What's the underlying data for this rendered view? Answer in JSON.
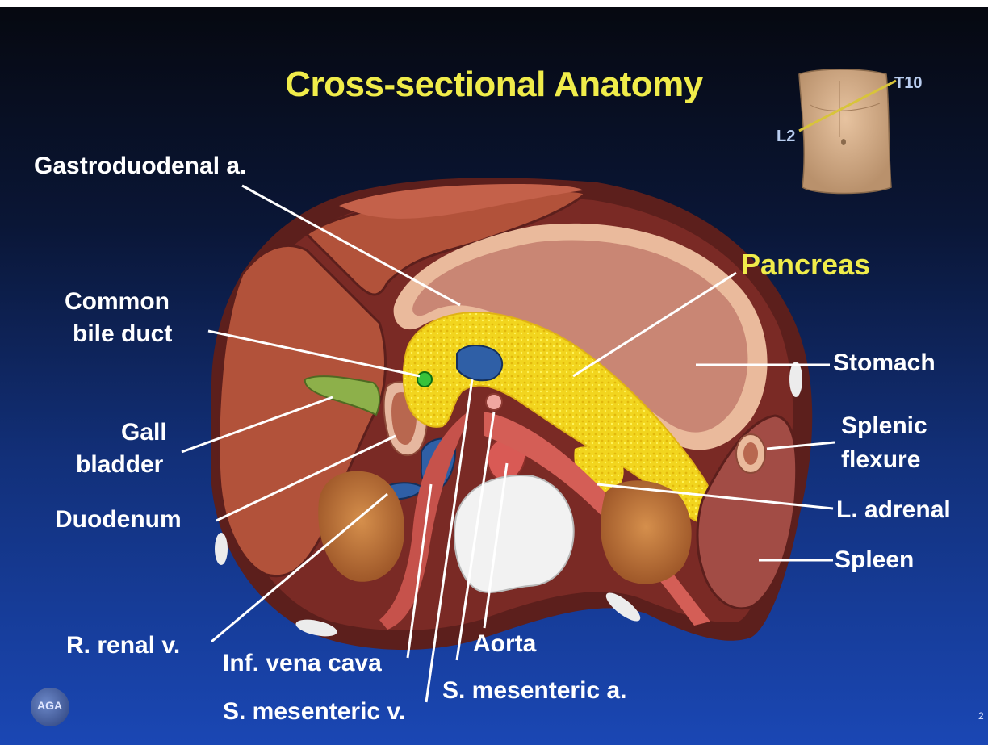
{
  "title": "Cross-sectional Anatomy",
  "inset": {
    "top_label": "T10",
    "bottom_label": "L2"
  },
  "labels": {
    "gastroduodenal": "Gastroduodenal a.",
    "common_bile_duct_line1": "Common",
    "common_bile_duct_line2": "bile duct",
    "gall_bladder_line1": "Gall",
    "gall_bladder_line2": "bladder",
    "duodenum": "Duodenum",
    "r_renal_v": "R. renal v.",
    "inf_vena_cava": "Inf. vena cava",
    "s_mesenteric_v": "S. mesenteric v.",
    "aorta": "Aorta",
    "s_mesenteric_a": "S. mesenteric a.",
    "pancreas": "Pancreas",
    "stomach": "Stomach",
    "splenic_flexure_line1": "Splenic",
    "splenic_flexure_line2": "flexure",
    "l_adrenal": "L. adrenal",
    "spleen": "Spleen"
  },
  "logo_text": "AGA",
  "slide_number": "2",
  "colors": {
    "title": "#f0ec4a",
    "pancreas": "#f2d51e",
    "liver": "#b2523a",
    "stomach": "#d49483",
    "vessel_blue": "#2f5fa6",
    "background_top": "#06080f",
    "background_bottom": "#1a47b4"
  }
}
